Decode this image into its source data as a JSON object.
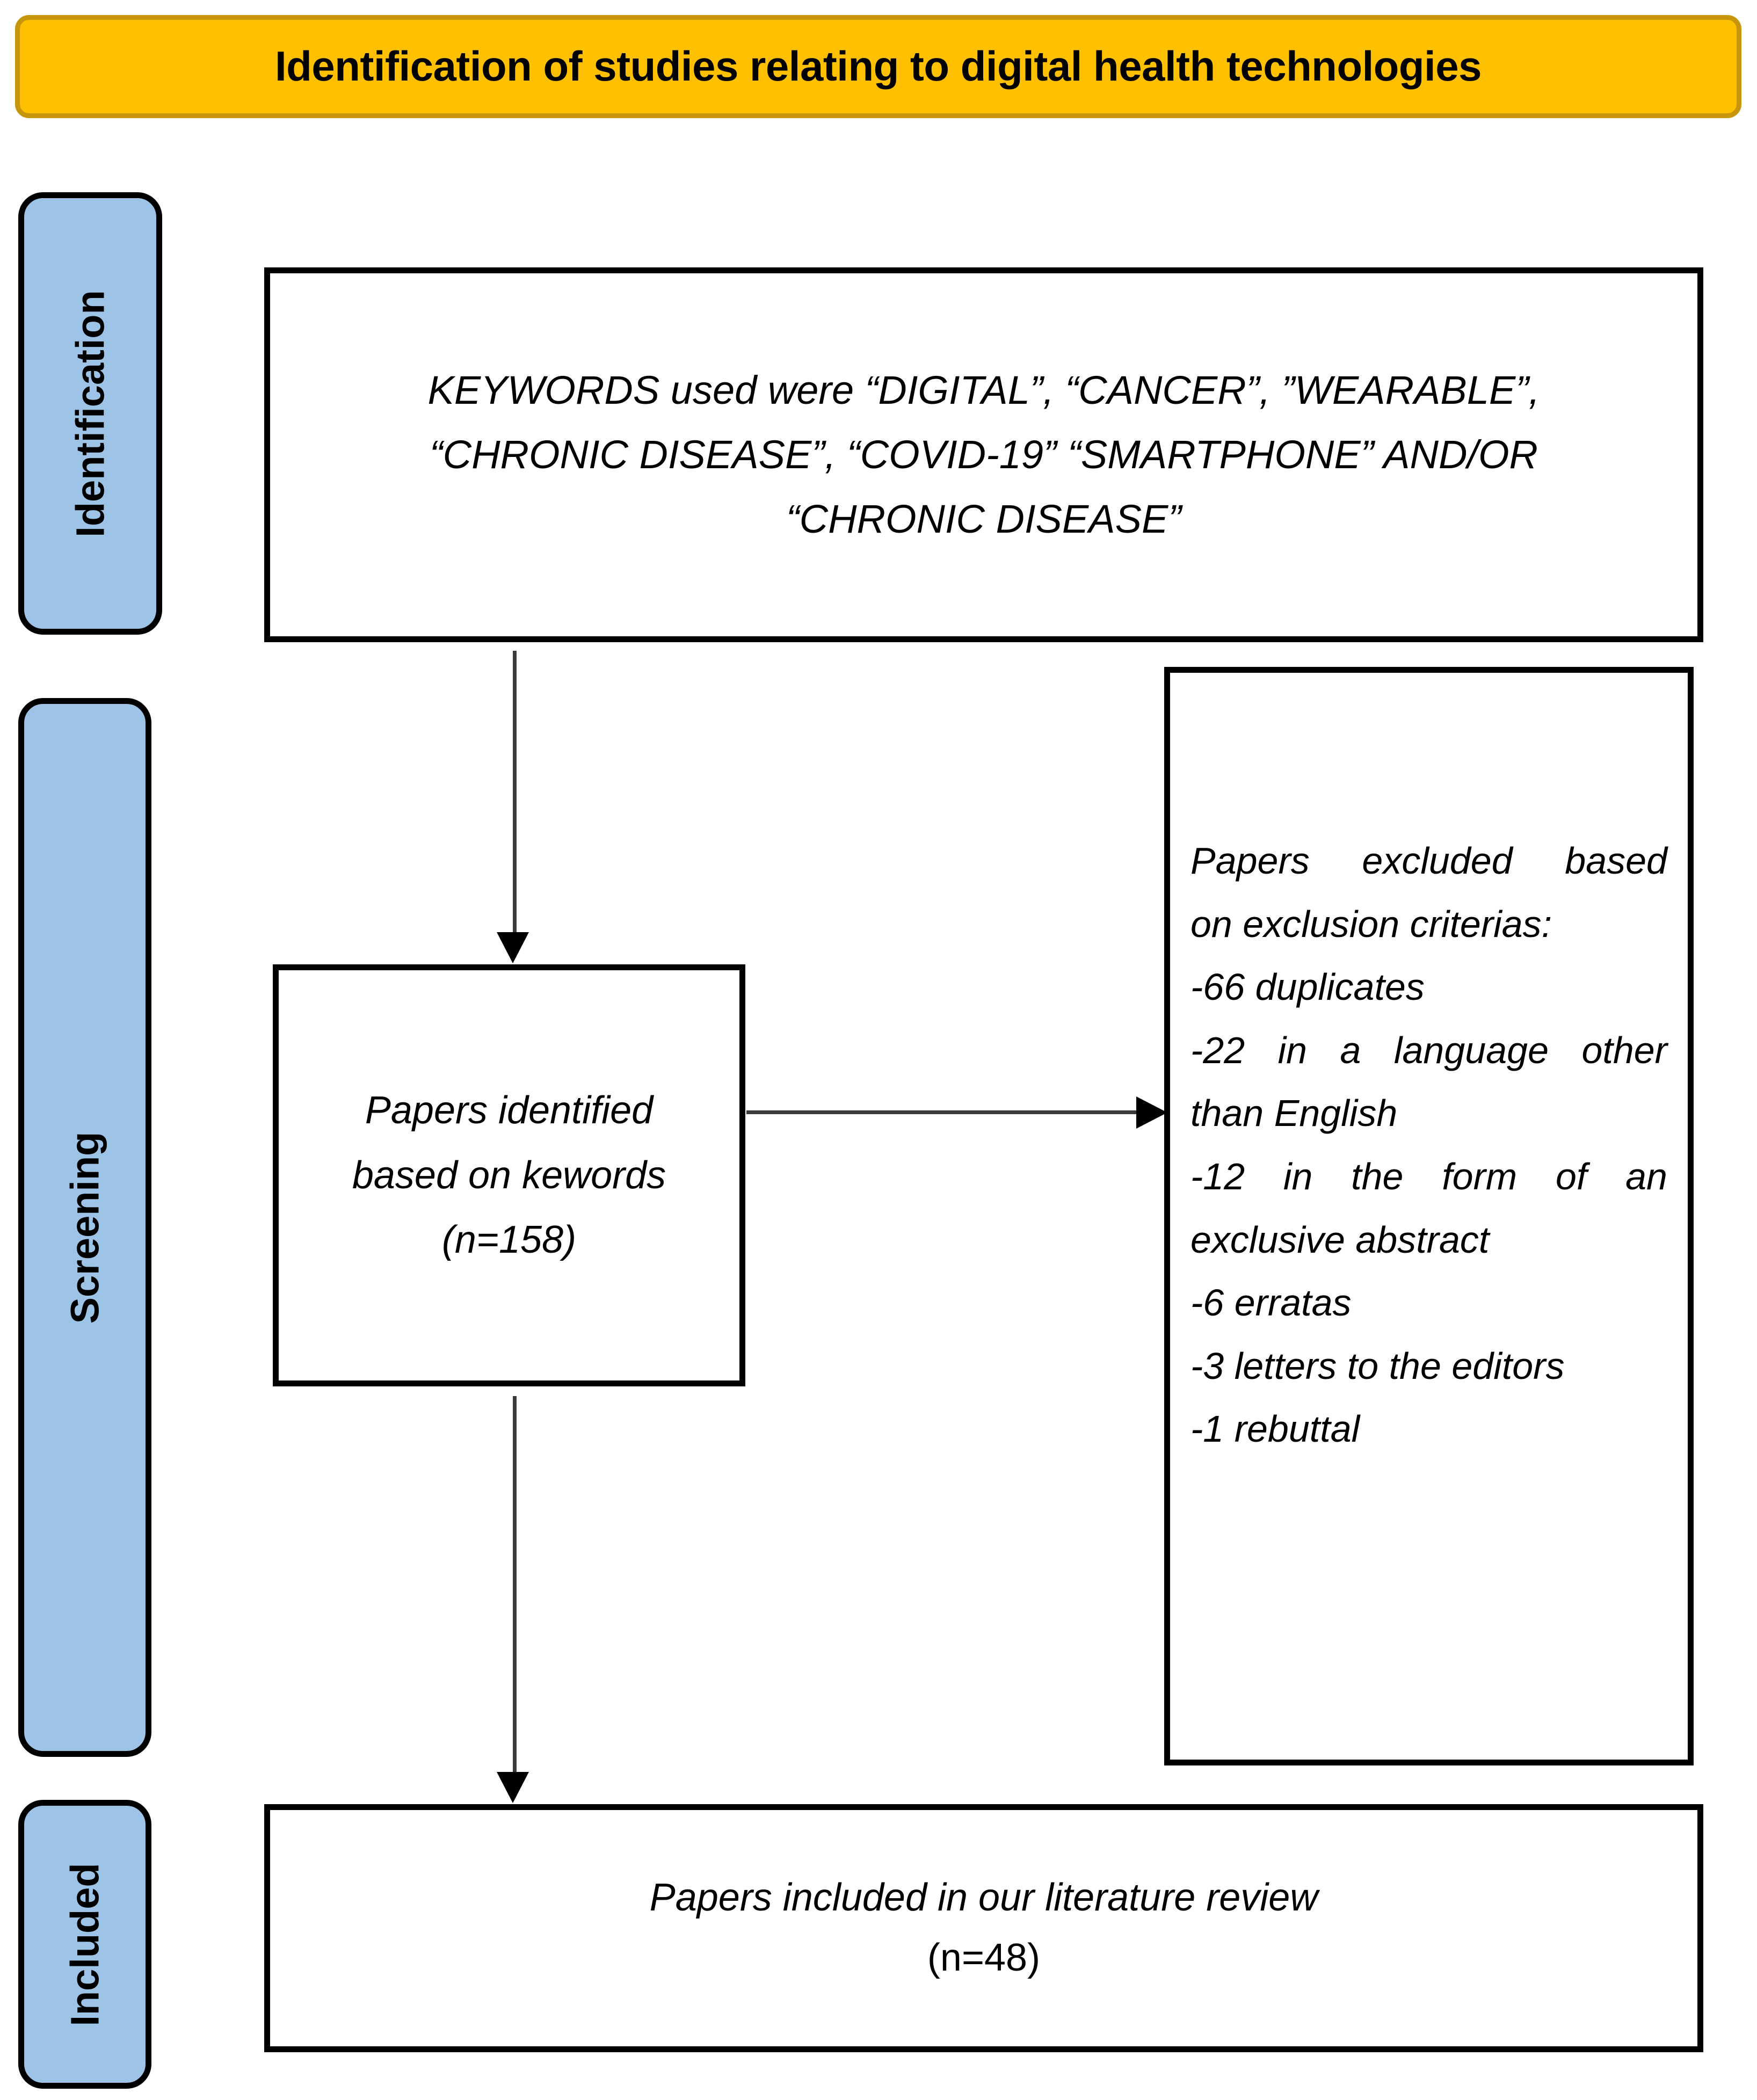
{
  "banner": {
    "title": "Identification of studies relating to digital health technologies",
    "background_color": "#FFC000",
    "border_color": "#C8960C"
  },
  "stages": {
    "identification": {
      "label": "Identification",
      "color": "#9DC3E6"
    },
    "screening": {
      "label": "Screening",
      "color": "#9DC3E6"
    },
    "included": {
      "label": "Included",
      "color": "#9DC3E6"
    }
  },
  "boxes": {
    "keywords": {
      "lines": [
        "KEYWORDS used were “DIGITAL”, “CANCER”, ”WEARABLE”,",
        "“CHRONIC DISEASE”, “COVID-19” “SMARTPHONE” AND/OR",
        "“CHRONIC DISEASE”"
      ]
    },
    "identified": {
      "line1": "Papers identified",
      "line2": "based on kewords",
      "count": "(n=158)"
    },
    "excluded": {
      "heading_line1": "Papers excluded based",
      "heading_line2": "on exclusion criterias:",
      "items": [
        "-66 duplicates",
        "-22 in a language other",
        "than English",
        "-12 in the form of an",
        "exclusive abstract",
        "-6 erratas",
        "-3 letters to the editors",
        "-1 rebuttal"
      ]
    },
    "included": {
      "line1": "Papers included in our literature review",
      "count": "(n=48)"
    }
  },
  "connectors": {
    "keywords_to_identified": "arrow-down",
    "identified_to_excluded": "arrow-right",
    "identified_to_included": "arrow-down"
  }
}
